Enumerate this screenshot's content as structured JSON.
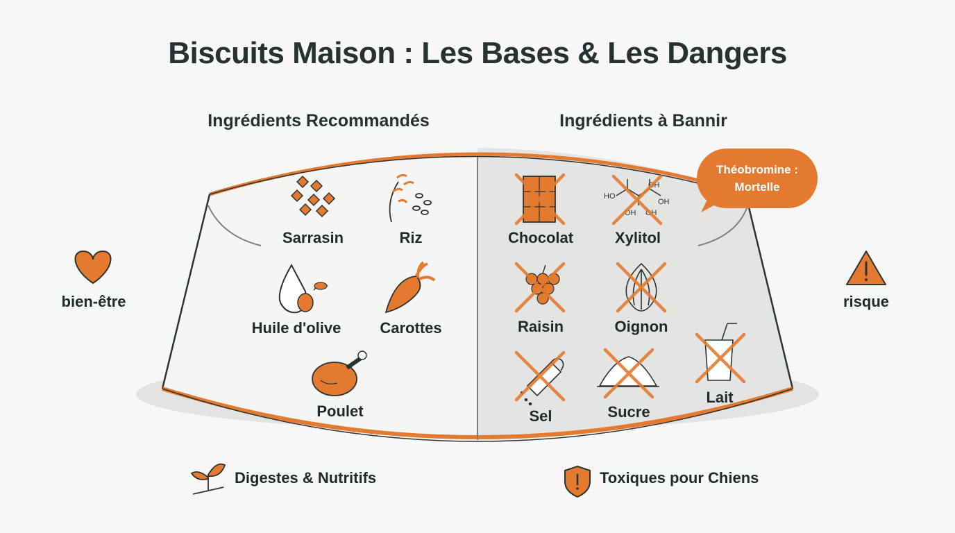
{
  "title": "Biscuits Maison : Les Bases & Les Dangers",
  "columns": {
    "recommended": "Ingrédients Recommandés",
    "banned": "Ingrédients à Bannir"
  },
  "recommended": [
    {
      "label": "Sarrasin",
      "icon": "buckwheat-icon"
    },
    {
      "label": "Riz",
      "icon": "rice-icon"
    },
    {
      "label": "Huile d'olive",
      "icon": "olive-oil-icon"
    },
    {
      "label": "Carottes",
      "icon": "carrot-icon"
    },
    {
      "label": "Poulet",
      "icon": "chicken-icon"
    }
  ],
  "banned": [
    {
      "label": "Chocolat",
      "icon": "chocolate-icon"
    },
    {
      "label": "Xylitol",
      "icon": "xylitol-molecule-icon"
    },
    {
      "label": "Raisin",
      "icon": "grapes-icon"
    },
    {
      "label": "Oignon",
      "icon": "onion-icon"
    },
    {
      "label": "Sel",
      "icon": "salt-shaker-icon"
    },
    {
      "label": "Sucre",
      "icon": "sugar-pile-icon"
    },
    {
      "label": "Lait",
      "icon": "milk-glass-icon"
    }
  ],
  "callout": {
    "line1": "Théobromine :",
    "line2": "Mortelle"
  },
  "molecule": {
    "oh": "OH",
    "ho": "HO"
  },
  "sides": {
    "left": "bien-être",
    "right": "risque"
  },
  "footer": {
    "left": "Digestes & Nutritifs",
    "right": "Toxiques pour Chiens"
  },
  "colors": {
    "accent": "#e37a30",
    "ink": "#1f2a2a",
    "bowl_left": "#f5f5f3",
    "bowl_right": "#e4e4e2"
  }
}
